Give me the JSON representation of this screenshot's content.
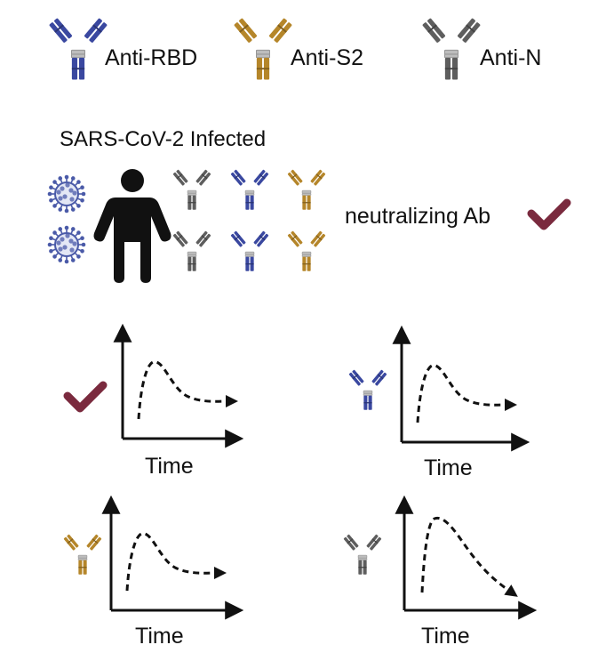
{
  "legend": [
    {
      "label": "Anti-RBD",
      "color": "#3a48a0",
      "icon": "antibody-icon"
    },
    {
      "label": "Anti-S2",
      "color": "#b5862a",
      "icon": "antibody-icon"
    },
    {
      "label": "Anti-N",
      "color": "#5e5e5e",
      "icon": "antibody-icon"
    }
  ],
  "infection": {
    "title": "SARS-CoV-2 Infected",
    "result_label": "neutralizing Ab",
    "check_color": "#7a2a3e",
    "virus_icon": "virus-icon",
    "person_icon": "person-icon"
  },
  "kinetics_panels": [
    {
      "marker": "neutralizing",
      "x_axis_label": "Time",
      "trend": "peak-then-plateau"
    },
    {
      "marker": "Anti-RBD",
      "x_axis_label": "Time",
      "trend": "peak-then-plateau"
    },
    {
      "marker": "Anti-S2",
      "x_axis_label": "Time",
      "trend": "peak-then-plateau"
    },
    {
      "marker": "Anti-N",
      "x_axis_label": "Time",
      "trend": "peak-then-decline"
    }
  ]
}
